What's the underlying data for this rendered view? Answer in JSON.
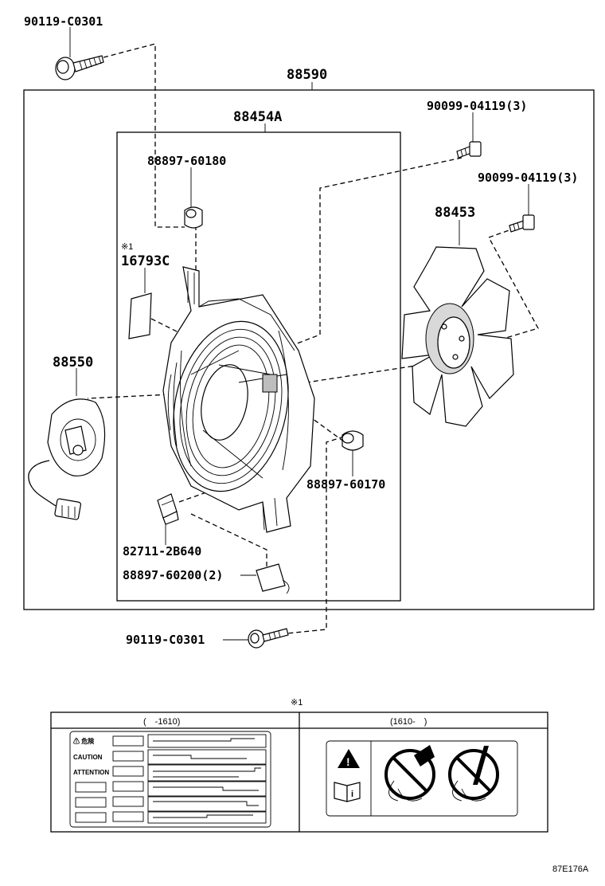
{
  "labels": {
    "bolt_top": "90119-C0301",
    "assembly": "88590",
    "shroud": "88454A",
    "screw_right_1": "90099-04119(3)",
    "screw_right_2": "90099-04119(3)",
    "cushion_top": "88897-60180",
    "note_mark": "※1",
    "label_part": "16793C",
    "fan": "88453",
    "motor": "88550",
    "cushion_bottom": "88897-60170",
    "connector": "82711-2B640",
    "clip": "88897-60200(2)",
    "bolt_bottom": "90119-C0301"
  },
  "label_table": {
    "note_mark": "※1",
    "col_left": "(　-1610)",
    "col_right": "(1610-　)",
    "caution_rows": [
      "⚠ 危険",
      "CAUTION",
      "ATTENTION",
      "",
      "",
      ""
    ]
  },
  "figure_code": "87E176A"
}
